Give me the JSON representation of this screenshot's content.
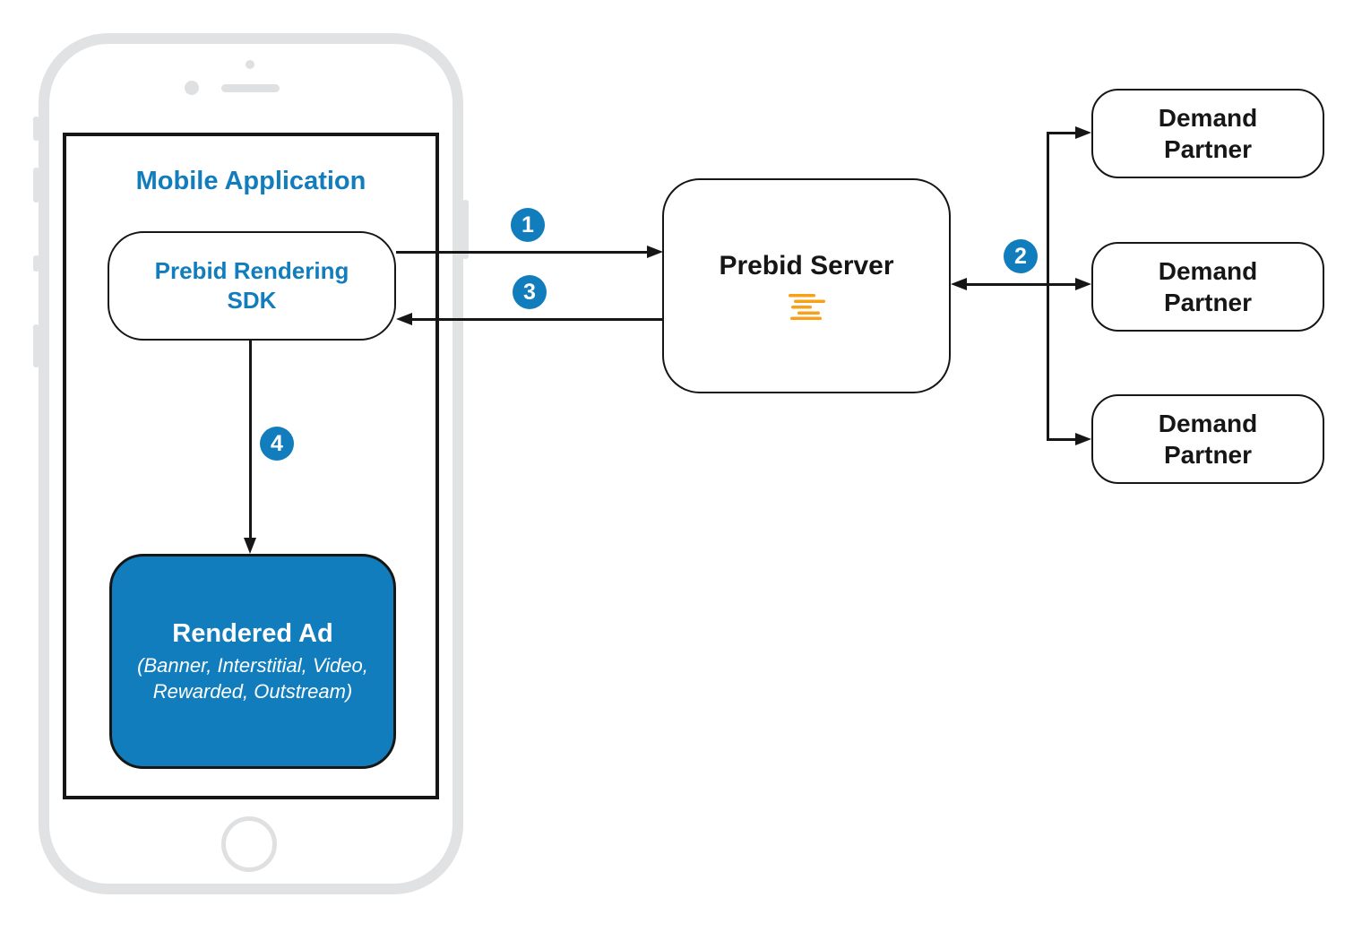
{
  "colors": {
    "accent_blue": "#117dbd",
    "line_black": "#161616",
    "orange": "#f9a01b",
    "phone_gray": "#e1e2e4"
  },
  "mobile_app": {
    "title": "Mobile Application"
  },
  "sdk": {
    "line1": "Prebid Rendering",
    "line2": "SDK"
  },
  "rendered_ad": {
    "title": "Rendered Ad",
    "subtitle_line1": "(Banner, Interstitial, Video,",
    "subtitle_line2": "Rewarded, Outstream)"
  },
  "server": {
    "label": "Prebid Server"
  },
  "partners": [
    {
      "line1": "Demand",
      "line2": "Partner"
    },
    {
      "line1": "Demand",
      "line2": "Partner"
    },
    {
      "line1": "Demand",
      "line2": "Partner"
    }
  ],
  "steps": [
    "1",
    "2",
    "3",
    "4"
  ],
  "icons": {
    "server_logo": "prebid-lines-logo-icon"
  }
}
